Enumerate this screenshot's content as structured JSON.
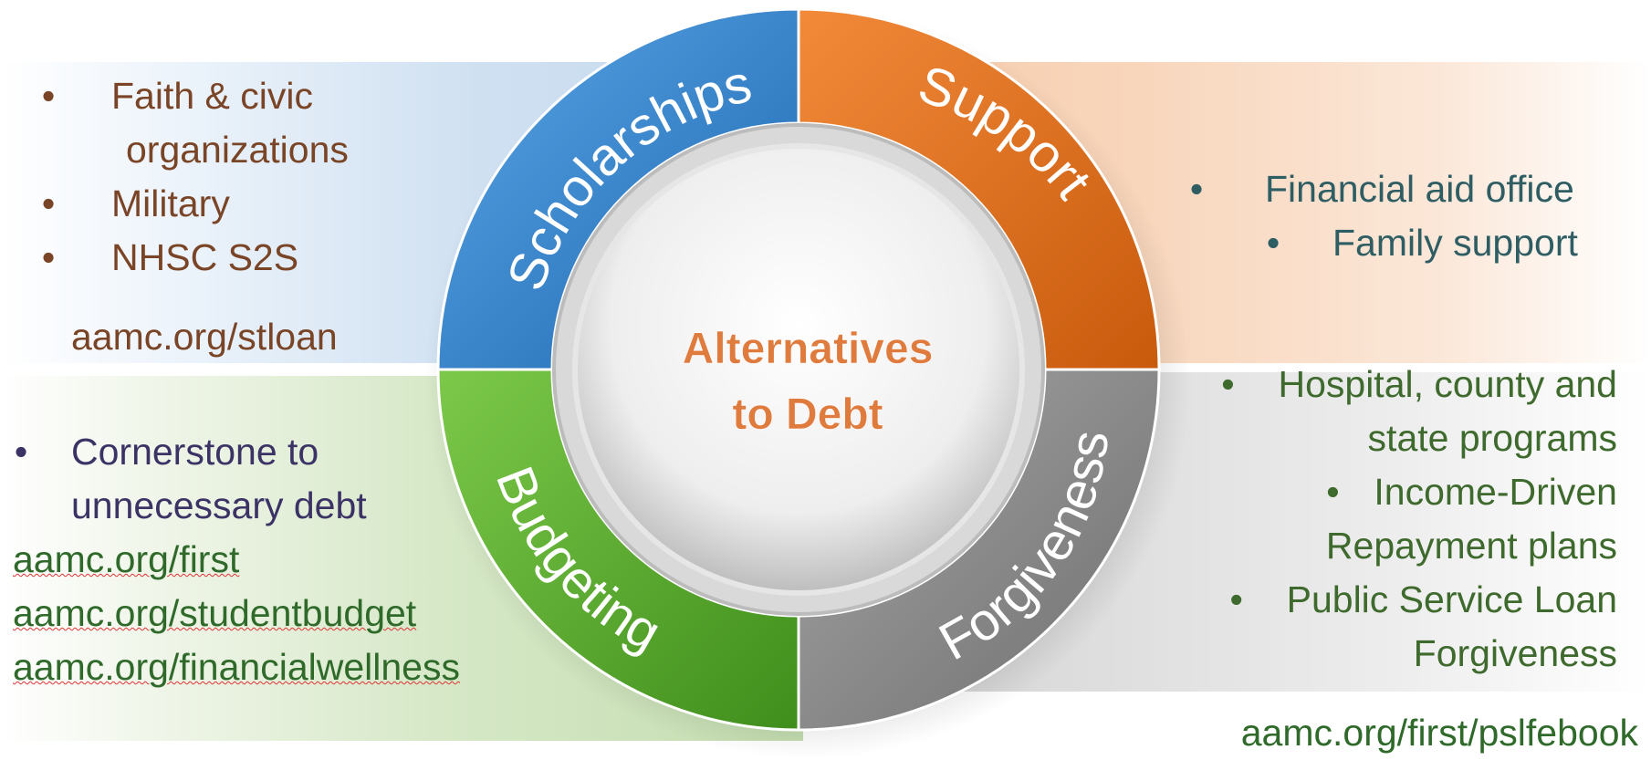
{
  "center": {
    "line1": "Alternatives",
    "line2": "to Debt"
  },
  "segments": {
    "scholarships": "Scholarships",
    "support": "Support",
    "budgeting": "Budgeting",
    "forgiveness": "Forgiveness"
  },
  "scholarships_panel": {
    "items": [
      "Faith & civic",
      "organizations",
      "Military",
      "NHSC S2S"
    ],
    "link": "aamc.org/stloan"
  },
  "support_panel": {
    "items": [
      "Financial aid office",
      "Family support"
    ]
  },
  "budgeting_panel": {
    "items": [
      "Cornerstone to",
      "unnecessary  debt"
    ],
    "links": [
      "aamc.org/first",
      "aamc.org/studentbudget",
      "aamc.org/financialwellness"
    ]
  },
  "forgiveness_panel": {
    "items": [
      "Hospital, county and",
      "state programs",
      "Income-Driven",
      "Repayment plans",
      "Public Service Loan",
      "Forgiveness"
    ],
    "link": "aamc.org/first/pslfebook"
  },
  "colors": {
    "scholarships": "#2b7dc7",
    "support": "#e06b18",
    "budgeting": "#5aab2e",
    "forgiveness": "#8a8a8a",
    "center_text": "#e07b3e"
  }
}
